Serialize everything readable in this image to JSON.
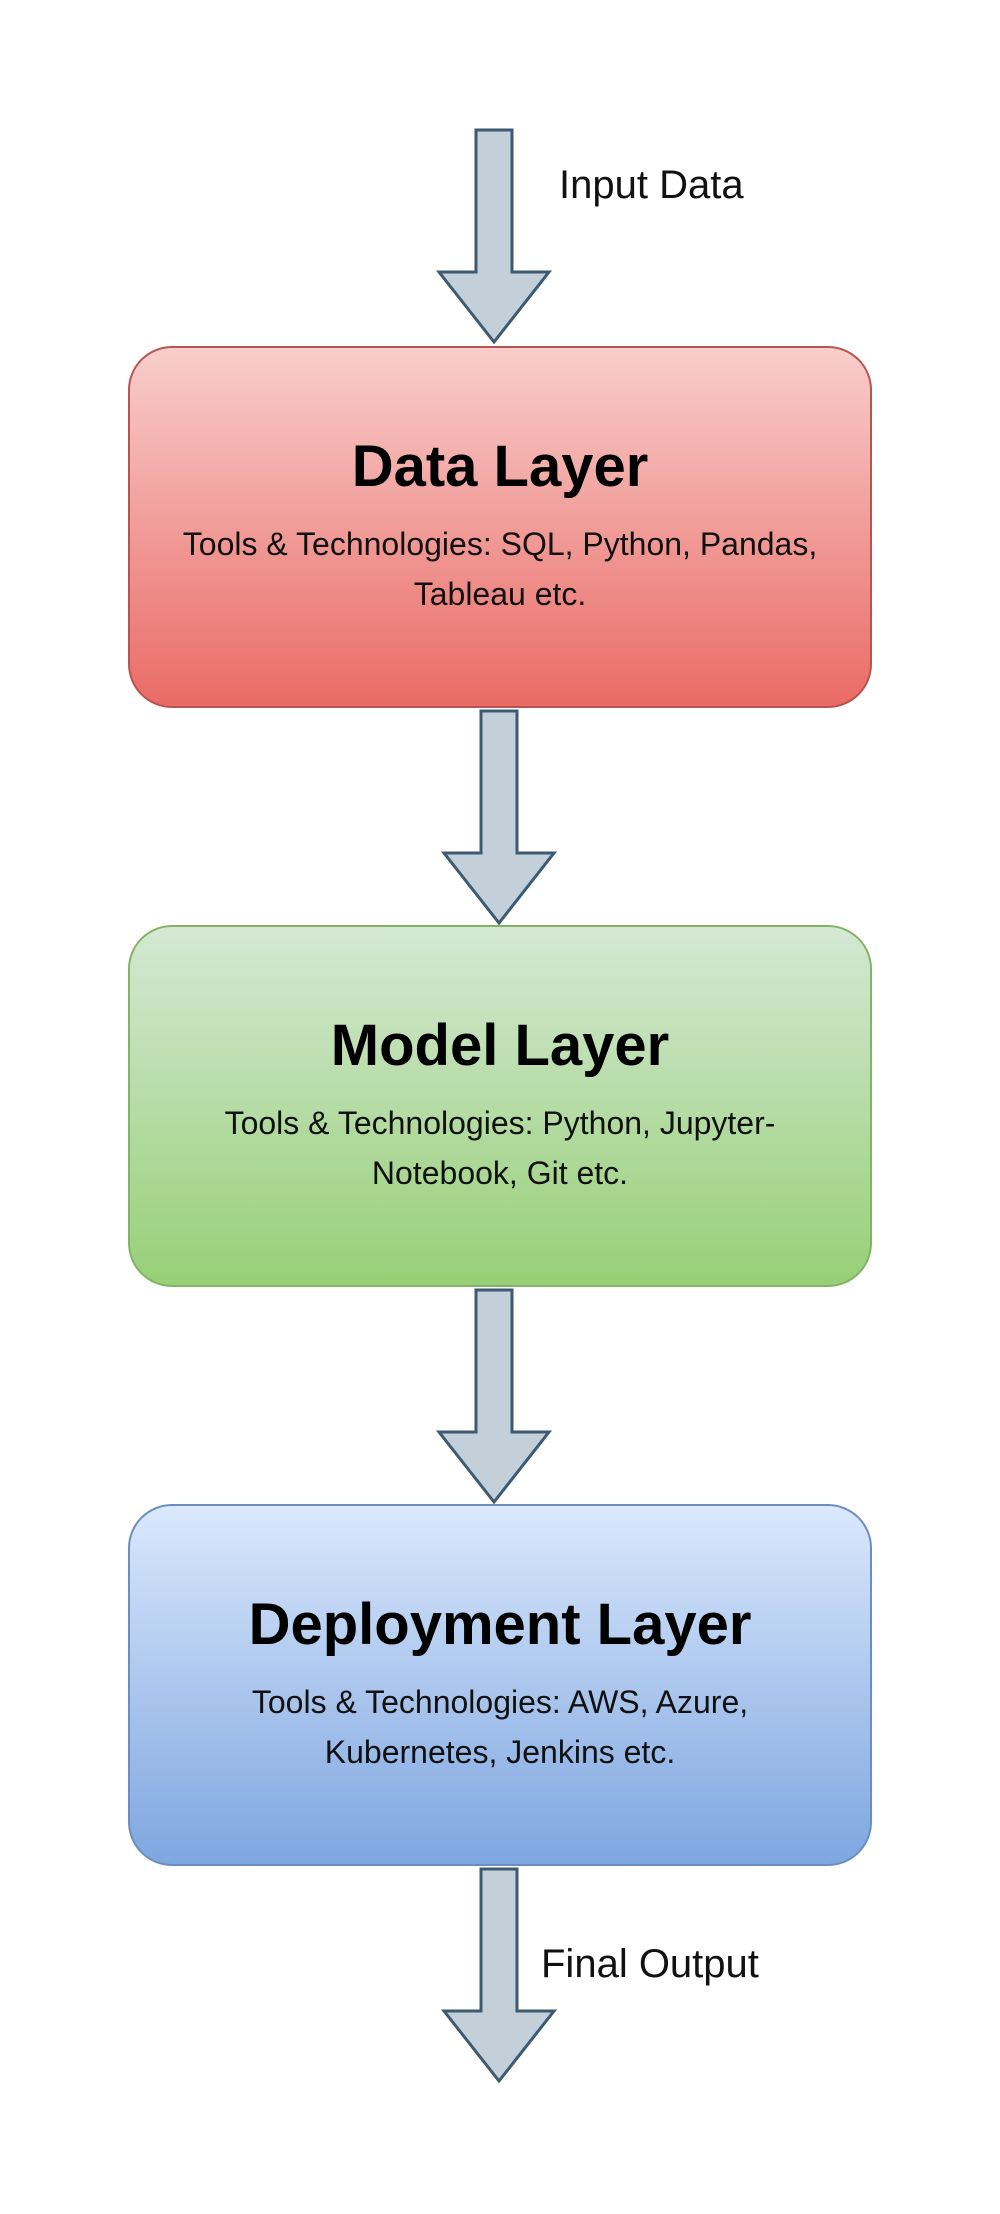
{
  "diagram": {
    "input_label": "Input Data",
    "output_label": "Final Output",
    "layers": [
      {
        "title": "Data Layer",
        "desc_line1": "Tools & Technologies: SQL, Python, Pandas,",
        "desc_line2": "Tableau etc.",
        "fill_top": "#f8cecc",
        "fill_bottom": "#ea6b66",
        "stroke": "#b85450"
      },
      {
        "title": "Model Layer",
        "desc_line1": "Tools & Technologies: Python, Jupyter-",
        "desc_line2": "Notebook, Git etc.",
        "fill_top": "#d5e8d4",
        "fill_bottom": "#97d077",
        "stroke": "#82b366"
      },
      {
        "title": "Deployment Layer",
        "desc_line1": "Tools & Technologies: AWS, Azure,",
        "desc_line2": "Kubernetes, Jenkins etc.",
        "fill_top": "#dae8fc",
        "fill_bottom": "#7ea6e0",
        "stroke": "#6c8ebf"
      }
    ],
    "arrow_fill": "#c3cfd9",
    "arrow_stroke": "#3d5a73"
  }
}
